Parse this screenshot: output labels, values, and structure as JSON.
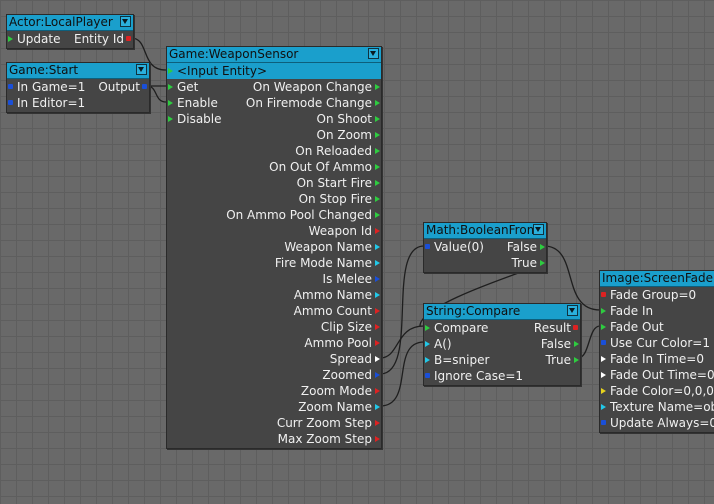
{
  "colors": {
    "header": "#1a9fcc",
    "node_bg": "#454545",
    "green": "#2ecc40",
    "red": "#dd2222",
    "blue": "#1a4fd8",
    "cyan": "#22c8e8",
    "white": "#ffffff",
    "yellow": "#e6d21e",
    "wire": "#222222"
  },
  "nodes": {
    "local_player": {
      "title": "Actor:LocalPlayer",
      "in_update": "Update",
      "out_entity_id": "Entity Id"
    },
    "game_start": {
      "title": "Game:Start",
      "in_game": "In Game=1",
      "in_editor": "In Editor=1",
      "out_output": "Output"
    },
    "weapon_sensor": {
      "title": "Game:WeaponSensor",
      "input_entity": "<Input Entity>",
      "in_get": "Get",
      "in_enable": "Enable",
      "in_disable": "Disable",
      "outputs": [
        "On Weapon Change",
        "On Firemode Change",
        "On Shoot",
        "On Zoom",
        "On Reloaded",
        "On Out Of Ammo",
        "On Start Fire",
        "On Stop Fire",
        "On Ammo Pool Changed",
        "Weapon Id",
        "Weapon Name",
        "Fire Mode Name",
        "Is Melee",
        "Ammo Name",
        "Ammo Count",
        "Clip Size",
        "Ammo Pool",
        "Spread",
        "Zoomed",
        "Zoom Mode",
        "Zoom Name",
        "Curr Zoom Step",
        "Max Zoom Step"
      ]
    },
    "boolean_from": {
      "title": "Math:BooleanFrom",
      "in_value": "Value(0)",
      "out_false": "False",
      "out_true": "True"
    },
    "string_compare": {
      "title": "String:Compare",
      "in_compare": "Compare",
      "in_a": "A()",
      "in_b": "B=sniper",
      "in_ignore_case": "Ignore Case=1",
      "out_result": "Result",
      "out_false": "False",
      "out_true": "True"
    },
    "screen_fader": {
      "title": "Image:ScreenFader",
      "inputs": [
        "Fade Group=0",
        "Fade In",
        "Fade Out",
        "Use Cur Color=1",
        "Fade In Time=0",
        "Fade Out Time=0",
        "Fade Color=0,0,0",
        "Texture Name=ob",
        "Update Always=0"
      ]
    }
  }
}
